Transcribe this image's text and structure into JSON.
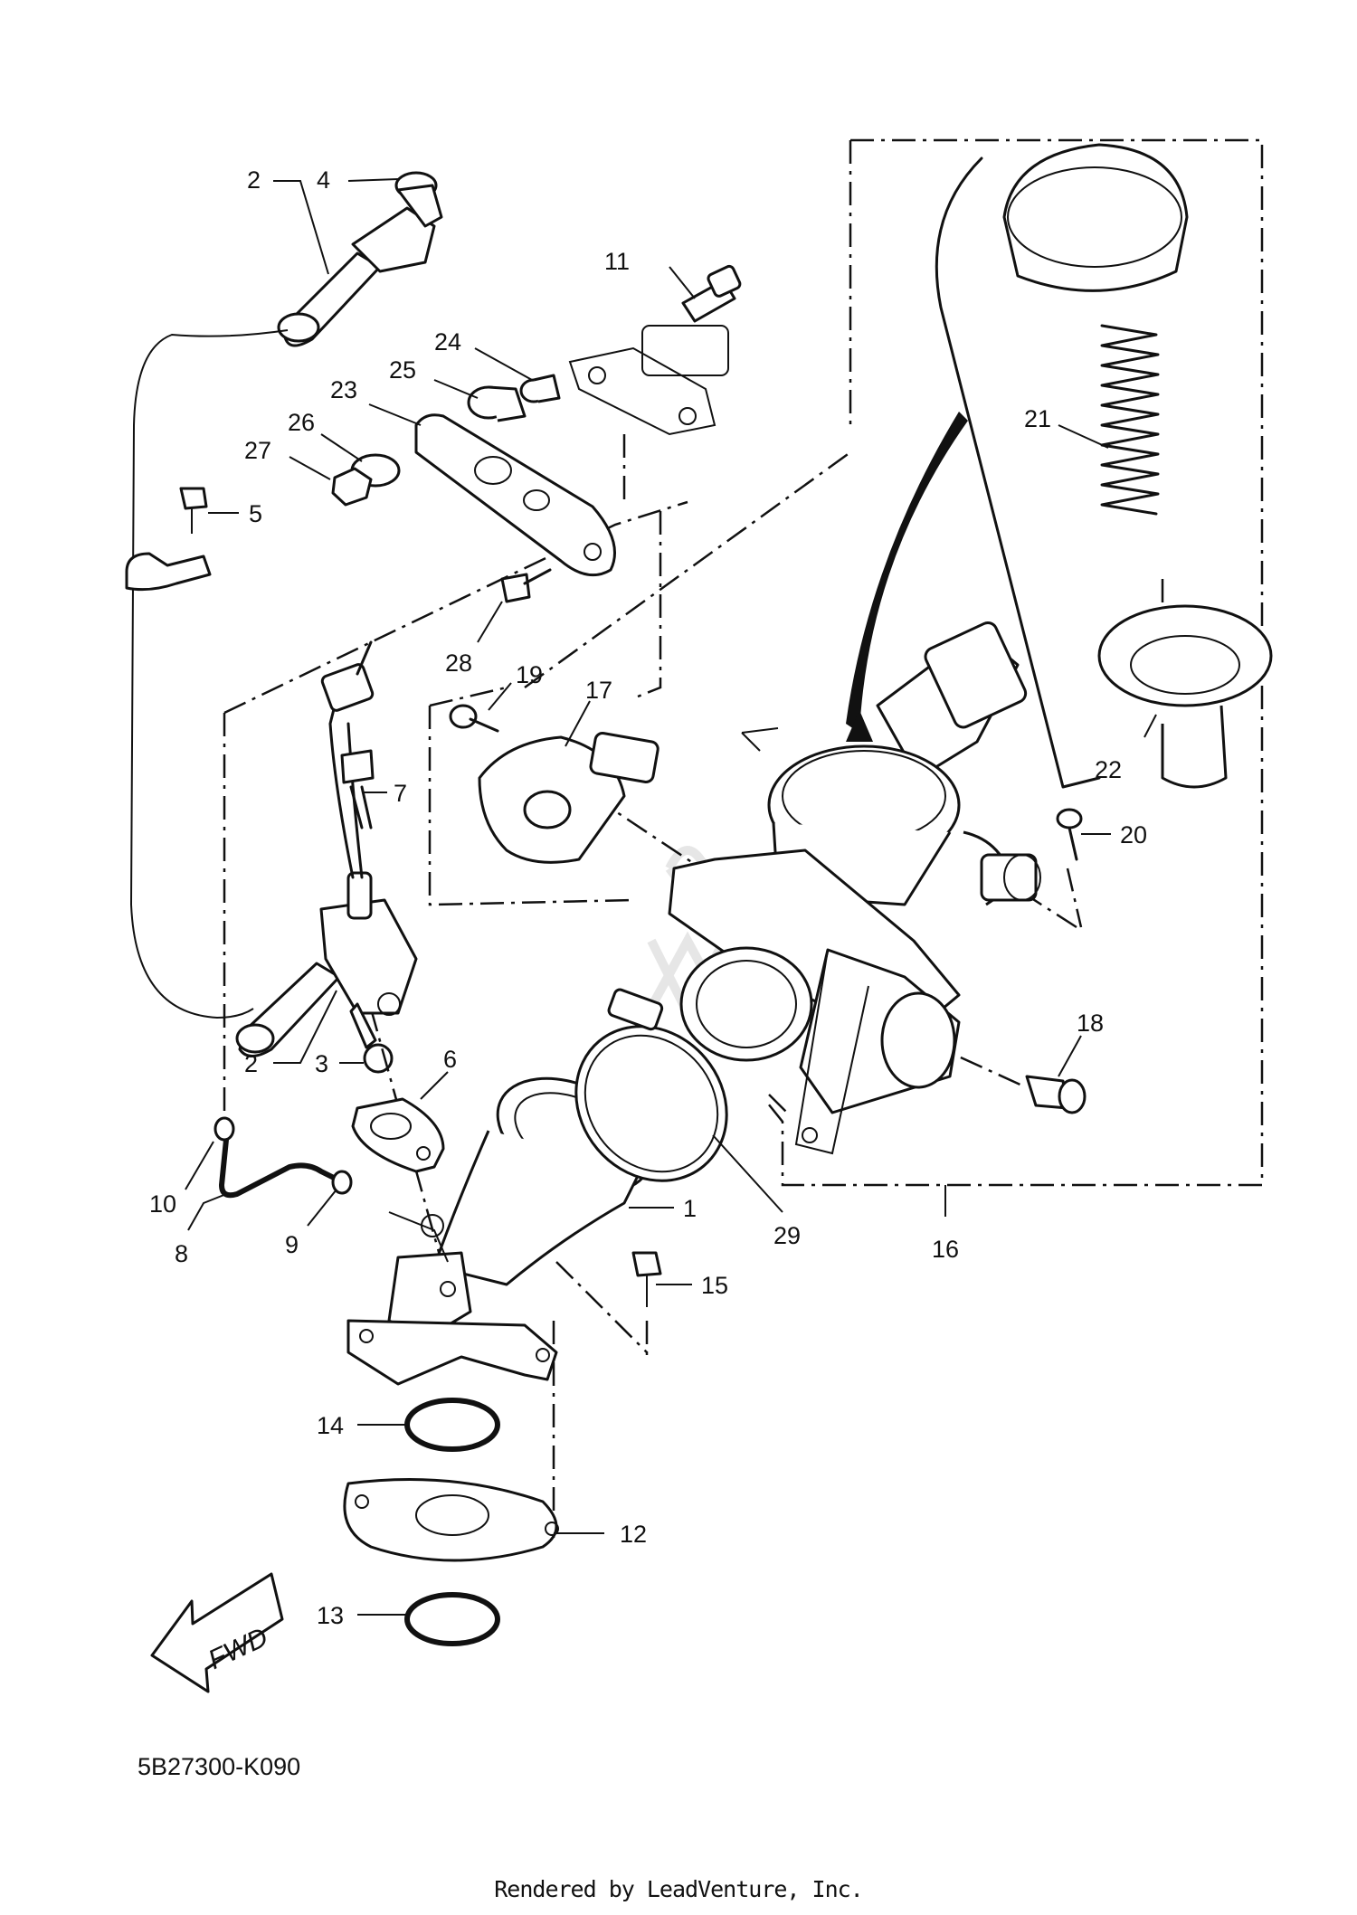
{
  "diagram": {
    "part_code": "5B27300-K090",
    "footer": "Rendered by LeadVenture, Inc.",
    "fwd_label": "FWD",
    "callouts": [
      {
        "id": "1",
        "text": "1"
      },
      {
        "id": "2a",
        "text": "2"
      },
      {
        "id": "2b",
        "text": "2"
      },
      {
        "id": "3",
        "text": "3"
      },
      {
        "id": "4",
        "text": "4"
      },
      {
        "id": "5",
        "text": "5"
      },
      {
        "id": "6",
        "text": "6"
      },
      {
        "id": "7",
        "text": "7"
      },
      {
        "id": "8",
        "text": "8"
      },
      {
        "id": "9",
        "text": "9"
      },
      {
        "id": "10",
        "text": "10"
      },
      {
        "id": "11",
        "text": "11"
      },
      {
        "id": "12",
        "text": "12"
      },
      {
        "id": "13",
        "text": "13"
      },
      {
        "id": "14",
        "text": "14"
      },
      {
        "id": "15",
        "text": "15"
      },
      {
        "id": "16",
        "text": "16"
      },
      {
        "id": "17",
        "text": "17"
      },
      {
        "id": "18",
        "text": "18"
      },
      {
        "id": "19",
        "text": "19"
      },
      {
        "id": "20",
        "text": "20"
      },
      {
        "id": "21",
        "text": "21"
      },
      {
        "id": "22",
        "text": "22"
      },
      {
        "id": "23",
        "text": "23"
      },
      {
        "id": "24",
        "text": "24"
      },
      {
        "id": "25",
        "text": "25"
      },
      {
        "id": "26",
        "text": "26"
      },
      {
        "id": "27",
        "text": "27"
      },
      {
        "id": "28",
        "text": "28"
      },
      {
        "id": "29",
        "text": "29"
      }
    ]
  }
}
